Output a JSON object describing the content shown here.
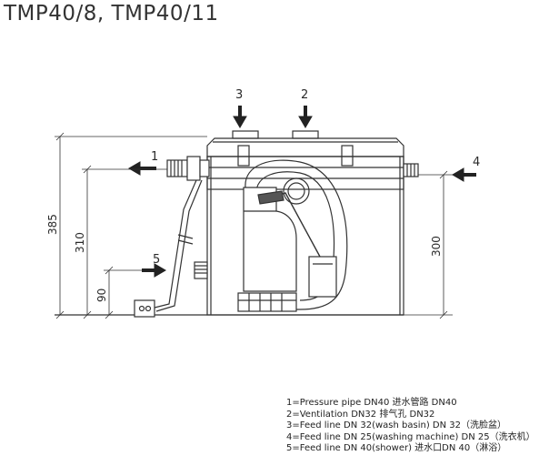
{
  "title": "TMP40/8, TMP40/11",
  "callouts": {
    "c1": "1",
    "c2": "2",
    "c3": "3",
    "c4": "4",
    "c5": "5"
  },
  "dimensions": {
    "d385": "385",
    "d310": "310",
    "d300": "300",
    "d90": "90"
  },
  "legend": [
    "1=Pressure pipe DN40 进水管路 DN40",
    "2=Ventilation DN32 排气孔 DN32",
    "3=Feed line DN 32(wash basin) DN 32（洗脸盆）",
    "4=Feed line DN 25(washing machine) DN 25（洗衣机）",
    "5=Feed line DN 40(shower) 进水口DN 40（淋浴）"
  ]
}
